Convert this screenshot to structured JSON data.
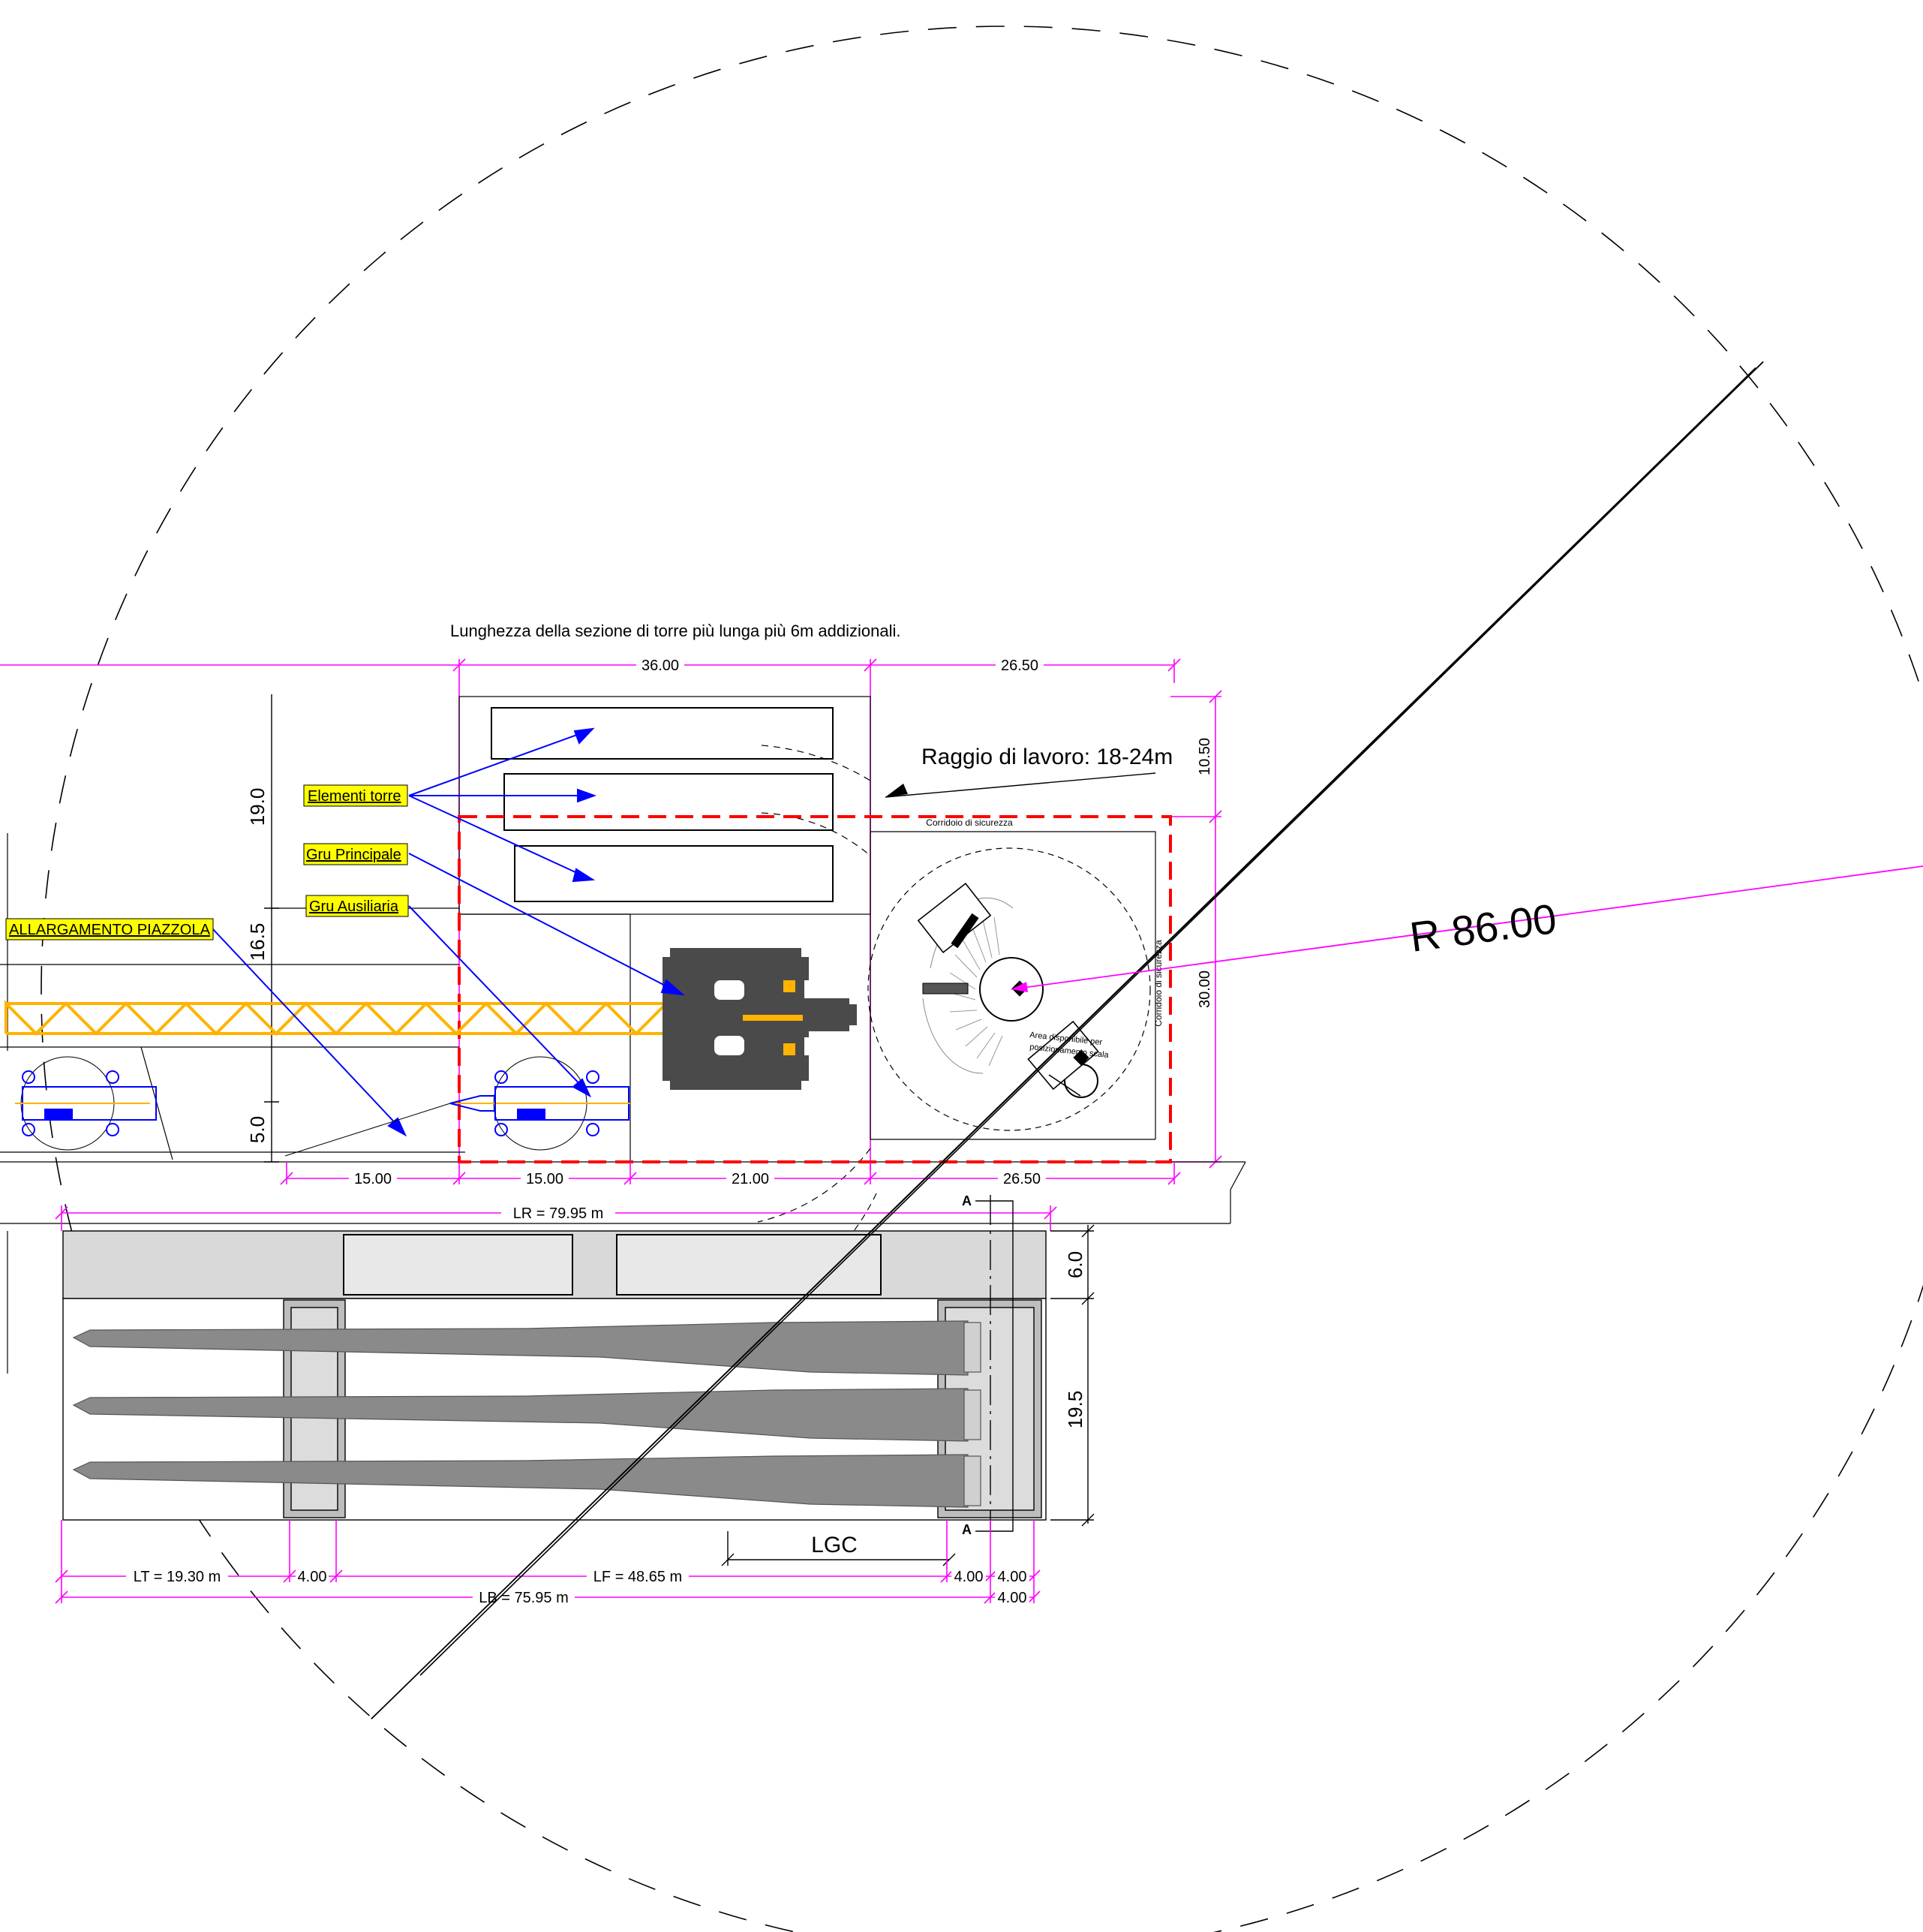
{
  "colors": {
    "dimension": "#ff00ff",
    "boundary": "#ff0000",
    "callout": "#0000ff",
    "tag_fill": "#ffff00",
    "crane": "#ffb300",
    "blade": "#8a8a8a",
    "dark_crane": "#4a4a4a"
  },
  "notes": {
    "tower_length": "Lunghezza della sezione di torre più lunga più 6m addizionali.",
    "working_radius": "Raggio di lavoro: 18-24m",
    "safety_corridor_h": "Corridoio di sicurezza",
    "safety_corridor_v": "Corridoio di sicurezza",
    "ladder_area_1": "Area disponibile per",
    "ladder_area_2": "posizionamento scala"
  },
  "tags": {
    "tower_elements": "Elementi torre",
    "main_crane": "Gru Principale",
    "aux_crane": "Gru Ausiliaria",
    "widening": "ALLARGAMENTO PIAZZOLA"
  },
  "radius_label": "R 86.00",
  "dims": {
    "top_a": "36.00",
    "top_b": "26.50",
    "right_a": "10.50",
    "right_b": "30.00",
    "left_a": "19.0",
    "left_b": "16.5",
    "left_c": "5.0",
    "bottom_a": "15.00",
    "bottom_b": "15.00",
    "bottom_c": "21.00",
    "bottom_d": "26.50",
    "lr": "LR = 79.95 m",
    "storage_a": "6.0",
    "storage_b": "19.5",
    "lgc": "LGC",
    "section_mark_top": "A",
    "section_mark_bottom": "A",
    "lt": "LT = 19.30 m",
    "lt_gap": "4.00",
    "lf": "LF = 48.65 m",
    "lf_gap_1": "4.00",
    "lf_gap_2": "4.00",
    "lb": "LB = 75.95 m",
    "lb_gap": "4.00"
  }
}
